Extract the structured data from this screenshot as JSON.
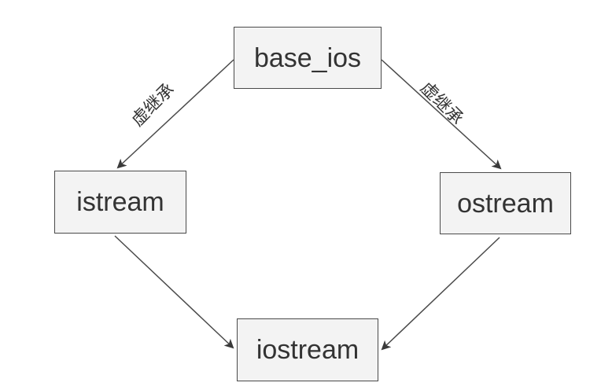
{
  "diagram": {
    "nodes": {
      "base_ios": "base_ios",
      "istream": "istream",
      "ostream": "ostream",
      "iostream": "iostream"
    },
    "edges": {
      "base_to_istream_label": "虚继承",
      "base_to_ostream_label": "虚继承"
    },
    "colors": {
      "node_fill": "#f3f3f3",
      "node_border": "#4a4a4a",
      "edge": "#4a4a4a",
      "text": "#333333"
    }
  }
}
